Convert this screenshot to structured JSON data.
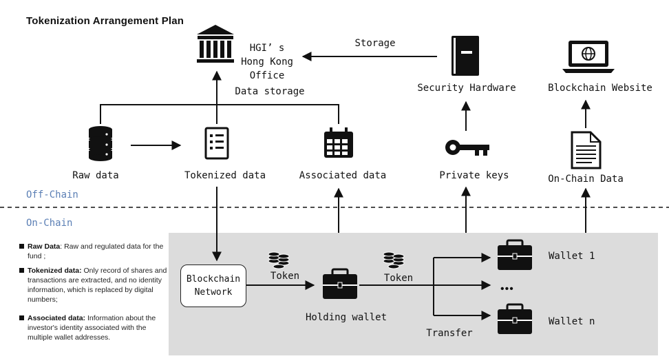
{
  "title": "Tokenization Arrangement Plan",
  "office_label": [
    "HGI’ s",
    "Hong Kong",
    "Office"
  ],
  "labels": {
    "storage": "Storage",
    "data_storage": "Data storage",
    "security_hardware": "Security Hardware",
    "blockchain_website": "Blockchain Website",
    "raw_data": "Raw data",
    "tokenized_data": "Tokenized data",
    "associated_data": "Associated data",
    "private_keys": "Private keys",
    "on_chain_data": "On-Chain Data",
    "token_1": "Token",
    "token_2": "Token",
    "holding_wallet": "Holding wallet",
    "transfer": "Transfer",
    "wallet_1": "Wallet 1",
    "wallet_n": "Wallet n",
    "ellipsis": "•••"
  },
  "zones": {
    "off_chain": "Off-Chain",
    "on_chain": "On-Chain"
  },
  "blockchain_network": [
    "Blockchain",
    "Network"
  ],
  "legend": [
    {
      "term": "Raw Data",
      "desc": ": Raw and regulated data for the fund ;"
    },
    {
      "term": "Tokenized data:",
      "desc": " Only record of shares and transactions are extracted, and no identity information, which is replaced by digital numbers;"
    },
    {
      "term": "Associated data:",
      "desc": " Information about the investor's identity associated with the multiple wallet addresses."
    }
  ],
  "colors": {
    "zone_label": "#5b7fb5",
    "on_chain_bg": "#dcdcdc",
    "ink": "#111111"
  },
  "icons": [
    "bank-icon",
    "server-database-icon",
    "checklist-document-icon",
    "calendar-icon",
    "key-icon",
    "safe-book-icon",
    "laptop-globe-icon",
    "text-document-icon",
    "coins-icon",
    "briefcase-icon"
  ]
}
